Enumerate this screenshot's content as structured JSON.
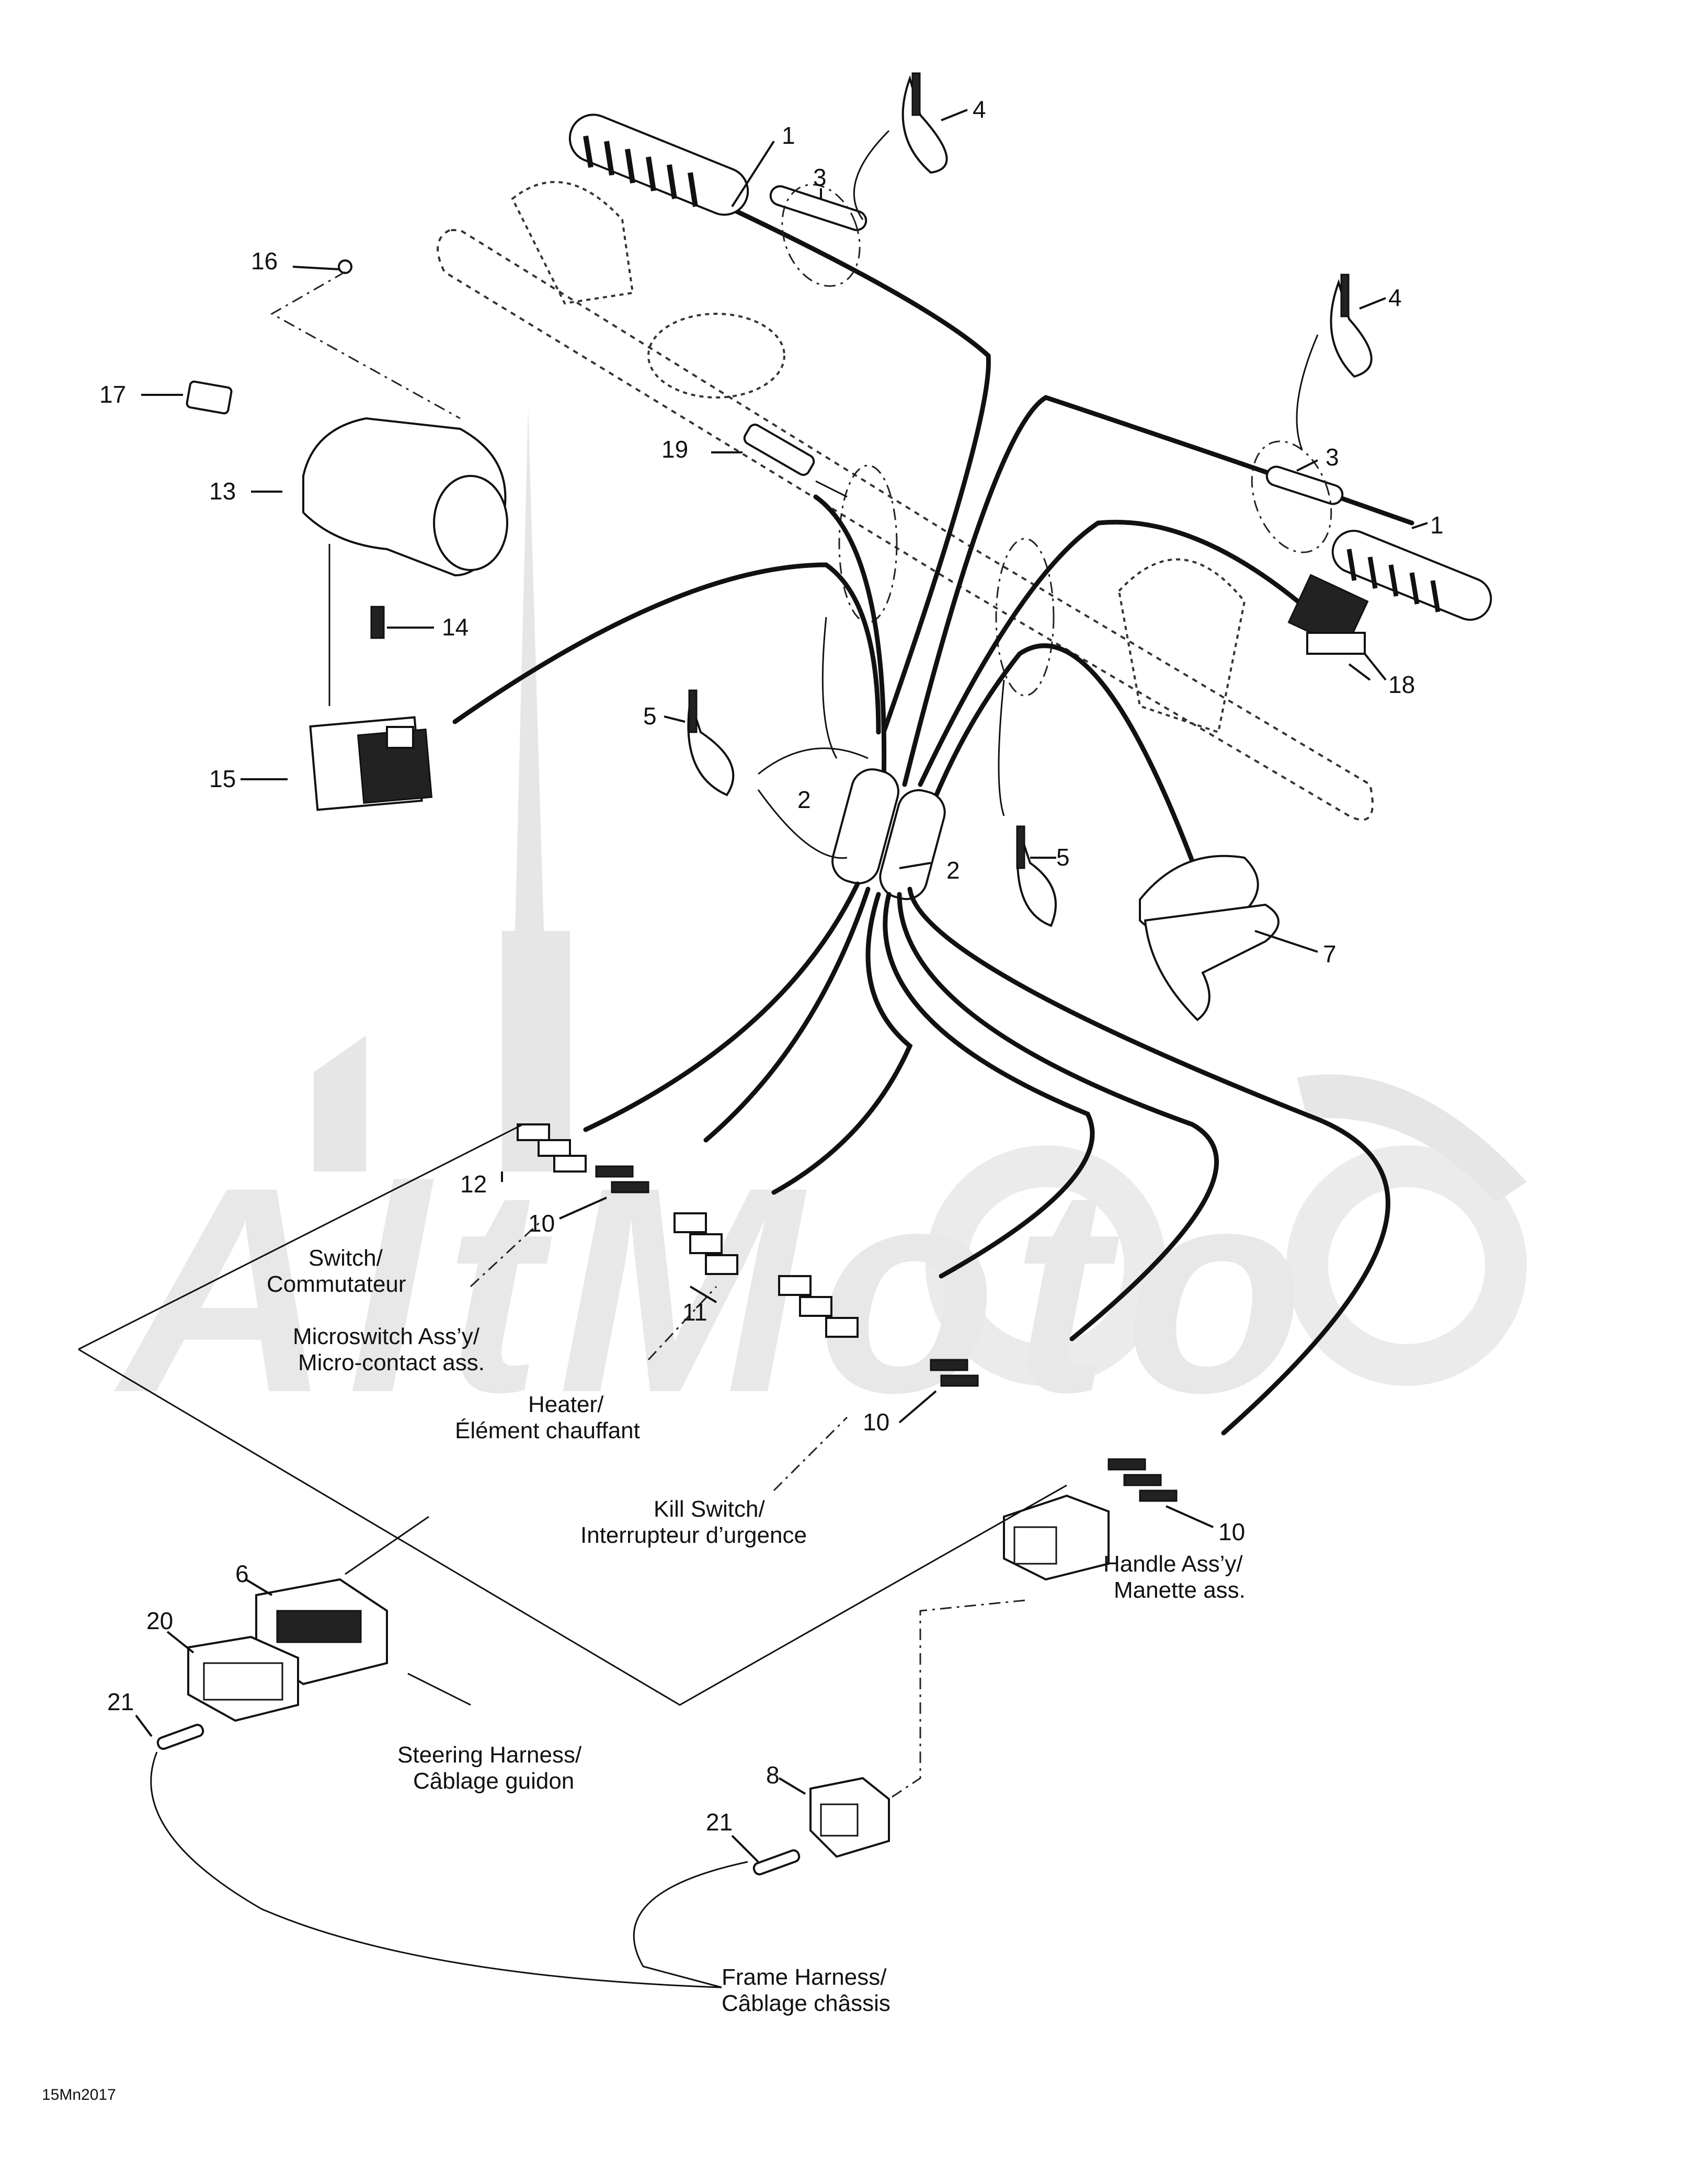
{
  "callouts": {
    "c1a": "1",
    "c1b": "1",
    "c2a": "2",
    "c2b": "2",
    "c3a": "3",
    "c3b": "3",
    "c4a": "4",
    "c4b": "4",
    "c5a": "5",
    "c5b": "5",
    "c6": "6",
    "c7": "7",
    "c8": "8",
    "c10a": "10",
    "c10b": "10",
    "c10c": "10",
    "c11": "11",
    "c12": "12",
    "c13": "13",
    "c14": "14",
    "c15": "15",
    "c16": "16",
    "c17": "17",
    "c18": "18",
    "c19": "19",
    "c20": "20",
    "c21a": "21",
    "c21b": "21"
  },
  "captions": {
    "switch_1": "Switch/",
    "switch_2": "Commutateur",
    "microswitch_1": "Microswitch Ass’y/",
    "microswitch_2": "Micro-contact ass.",
    "heater_1": "Heater/",
    "heater_2": "Élément chauffant",
    "kill_1": "Kill Switch/",
    "kill_2": "Interrupteur d’urgence",
    "handle_1": "Handle Ass’y/",
    "handle_2": "Manette ass.",
    "steering_1": "Steering Harness/",
    "steering_2": "Câblage guidon",
    "frame_1": "Frame Harness/",
    "frame_2": "Câblage châssis"
  },
  "drawing_code": "15Mn2017",
  "watermark_text": "AltMoto"
}
